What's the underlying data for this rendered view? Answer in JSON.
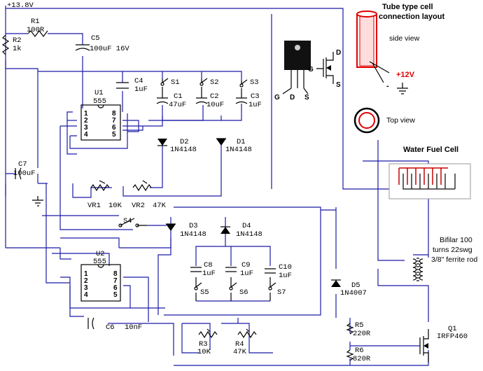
{
  "supply": "+13.8V",
  "r1": {
    "name": "R1",
    "value": "100R"
  },
  "r2": {
    "name": "R2",
    "value": "1k"
  },
  "c5": {
    "name": "C5",
    "value": "100uF 16V"
  },
  "c4": {
    "name": "C4",
    "value": "1uF"
  },
  "c1": {
    "name": "C1",
    "value": "47uF"
  },
  "c2": {
    "name": "C2",
    "value": "10uF"
  },
  "c3": {
    "name": "C3",
    "value": "1uF"
  },
  "s1": "S1",
  "s2": "S2",
  "s3": "S3",
  "s4": "S4",
  "s5": "S5",
  "s6": "S6",
  "s7": "S7",
  "u1": {
    "name": "U1",
    "chip": "555"
  },
  "u2": {
    "name": "U2",
    "chip": "555"
  },
  "pins_left": [
    "1",
    "2",
    "3",
    "4"
  ],
  "pins_right": [
    "8",
    "7",
    "6",
    "5"
  ],
  "d1": {
    "name": "D1",
    "value": "1N4148"
  },
  "d2": {
    "name": "D2",
    "value": "1N4148"
  },
  "d3": {
    "name": "D3",
    "value": "1N4148"
  },
  "d4": {
    "name": "D4",
    "value": "1N4148"
  },
  "d5": {
    "name": "D5",
    "value": "1N4007"
  },
  "c7": {
    "name": "C7",
    "value": "100uF"
  },
  "vr1": {
    "name": "VR1",
    "value": "10K"
  },
  "vr2": {
    "name": "VR2",
    "value": "47K"
  },
  "c8": {
    "name": "C8",
    "value": "1uF"
  },
  "c9": {
    "name": "C9",
    "value": "1uF"
  },
  "c10": {
    "name": "C10",
    "value": "1uF"
  },
  "c6": {
    "name": "C6",
    "value": "10nF"
  },
  "r3": {
    "name": "R3",
    "value": "10K"
  },
  "r4": {
    "name": "R4",
    "value": "47K"
  },
  "r5": {
    "name": "R5",
    "value": "220R"
  },
  "r6": {
    "name": "R6",
    "value": "820R"
  },
  "q1": {
    "name": "Q1",
    "value": "IRFP460"
  },
  "mosfet_pins": {
    "g": "G",
    "d": "D",
    "s": "S"
  },
  "tube_title_1": "Tube type cell",
  "tube_title_2": "connection layout",
  "side_view": "side view",
  "plus12": "+12V",
  "minus": "-",
  "top_view": "Top view",
  "wfc_title": "Water Fuel Cell",
  "bifilar_1": "Bifilar 100",
  "bifilar_2": "turns 22swg",
  "bifilar_3": "3/8\" ferrite rod",
  "colors": {
    "wire": "#1a1aa8",
    "tube": "#e00000",
    "cell_plate": "#cc0000"
  }
}
